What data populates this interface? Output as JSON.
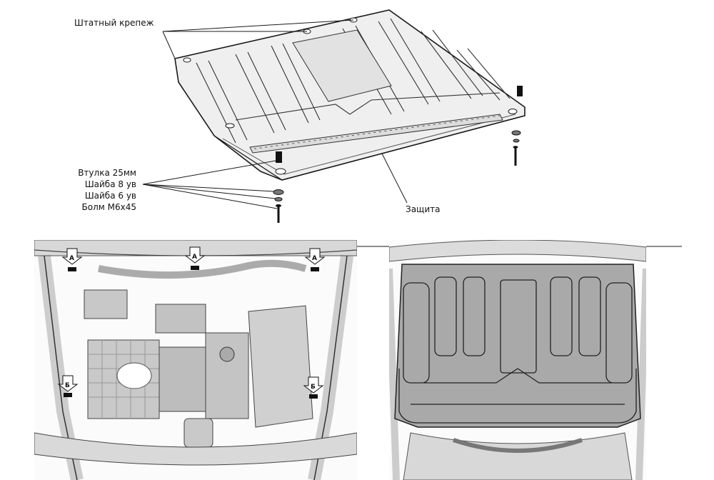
{
  "labels": {
    "standard_fasteners": "Штатный крепеж",
    "bushing": "Втулка 25мм",
    "washer8": "Шайба 8 ув",
    "washer6": "Шайба 6 ув",
    "bolt": "Болм М6х45",
    "protection": "Защита"
  },
  "markers": {
    "a": "А",
    "b": "Б"
  },
  "colors": {
    "line": "#1a1a1a",
    "plate_fill": "#efefef",
    "plate_installed": "#a9a9a9",
    "drawing_gray": "#9a9a9a"
  }
}
